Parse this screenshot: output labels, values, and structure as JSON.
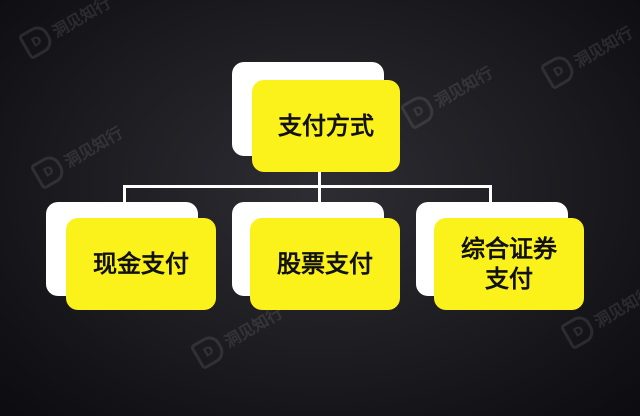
{
  "diagram": {
    "root": {
      "label": "支付方式"
    },
    "children": [
      {
        "label": "现金支付"
      },
      {
        "label": "股票支付"
      },
      {
        "label": "综合证券\n支付"
      }
    ]
  },
  "watermark": {
    "logo_text": "D",
    "text": "洞见知行"
  },
  "colors": {
    "background": "#1b1b20",
    "box_fill": "#fcf21b",
    "box_shadow_card": "#ffffff",
    "connector": "#ffffff",
    "text": "#111111"
  }
}
